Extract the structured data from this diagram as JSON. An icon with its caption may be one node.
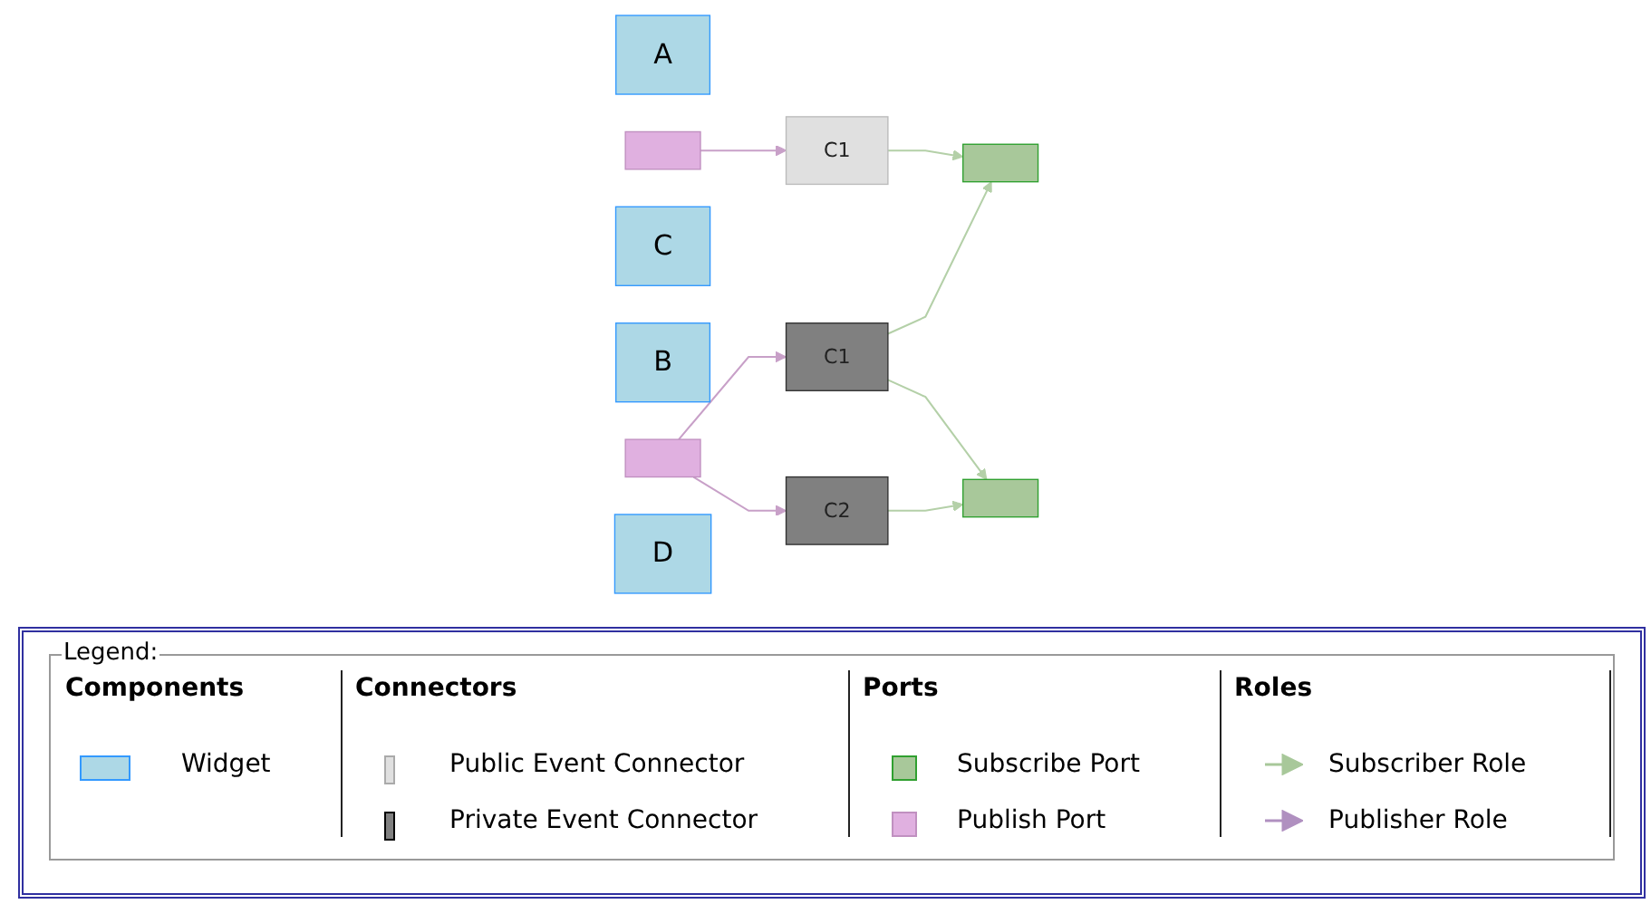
{
  "diagram": {
    "nodes": [
      {
        "text": [
          "A"
        ]
      },
      {
        "text": [],
        "shape": "box"
      },
      {
        "text": [
          "C1"
        ]
      },
      {
        "text": [],
        "shape": "box"
      },
      {
        "text": [
          "C"
        ]
      },
      {
        "text": [
          "B"
        ]
      },
      {
        "text": [],
        "shape": "box"
      },
      {
        "text": [
          "C1"
        ]
      },
      {
        "text": [],
        "shape": "box"
      },
      {
        "text": [
          "D"
        ]
      },
      {
        "text": [
          "C2"
        ]
      }
    ],
    "edges": [
      {
        "from": 1,
        "to": 2,
        "arrow": "to",
        "color": "#c8a0c8"
      },
      {
        "from": 2,
        "to": 3,
        "arrow": "to",
        "color": "#b4d0a8"
      },
      {
        "from": 6,
        "to": 7,
        "arrow": "to",
        "color": "#c8a0c8"
      },
      {
        "from": 6,
        "to": 10,
        "arrow": "to",
        "color": "#c8a0c8"
      },
      {
        "from": 7,
        "to": 3,
        "arrow": "to",
        "color": "#b4d0a8"
      },
      {
        "from": 7,
        "to": 8,
        "arrow": "to",
        "color": "#b4d0a8"
      },
      {
        "from": 10,
        "to": 8,
        "arrow": "to",
        "color": "#b4d0a8"
      }
    ],
    "labels": [
      "Legend:",
      "Components",
      "Connectors",
      "Ports",
      "Roles"
    ],
    "legend": [
      {
        "text": "Widget",
        "color": "#add8e6"
      },
      {
        "text": "Public Event Connector",
        "color": "#e0e0e0"
      },
      {
        "text": "Private Event Connector",
        "color": "#808080"
      },
      {
        "text": "Subscribe Port",
        "color": "#a8c89a"
      },
      {
        "text": "Publish Port",
        "color": "#e0b0e0"
      },
      {
        "text": "Subscriber Role"
      },
      {
        "text": "Publisher Role"
      }
    ]
  }
}
